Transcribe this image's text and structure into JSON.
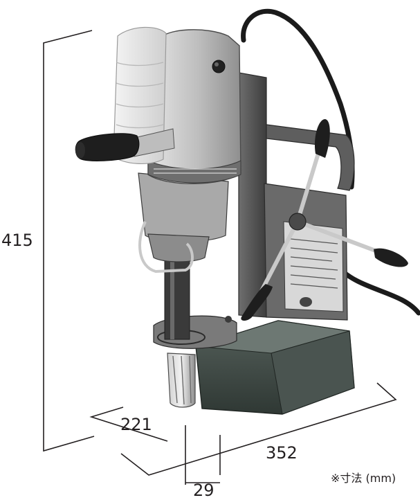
{
  "dimensions": {
    "height": "415",
    "depth": "221",
    "width": "352",
    "offset": "29"
  },
  "unit_note": "※寸法 (mm)",
  "colors": {
    "line": "#231f20",
    "body_silver": "#b9b9b9",
    "base_dark": "#3f4a46",
    "frame_dark": "#565656",
    "handle_black": "#1e1e1e"
  }
}
